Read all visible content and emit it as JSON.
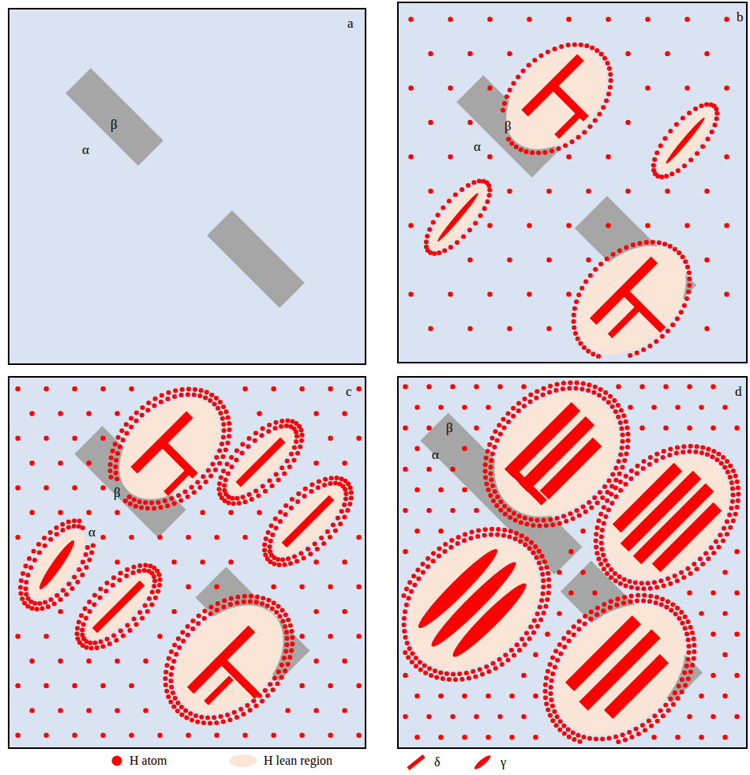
{
  "diagram": {
    "nodes": [
      {
        "text": [
          "a",
          "β",
          "α"
        ]
      },
      {
        "text": [
          "b",
          "β",
          "α"
        ]
      },
      {
        "text": [
          "c",
          "β",
          "α"
        ]
      },
      {
        "text": [
          "d",
          "β",
          "α"
        ]
      }
    ],
    "legend": [
      {
        "text": "H atom"
      },
      {
        "text": "H lean region",
        "color": "#fbe5d6"
      },
      {
        "text": "δ"
      },
      {
        "text": "γ"
      }
    ]
  }
}
